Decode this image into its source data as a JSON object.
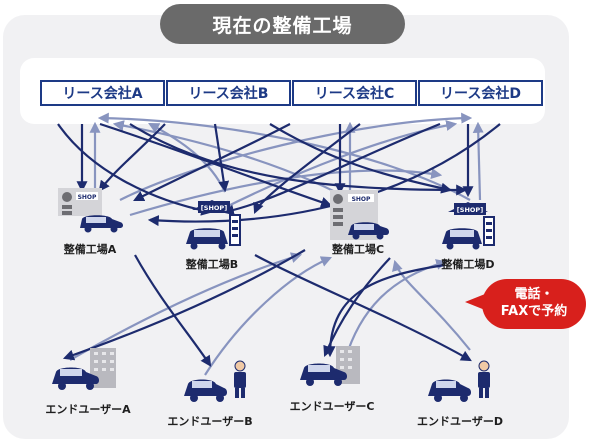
{
  "title": "現在の整備工場",
  "lease_companies": [
    "リース会社A",
    "リース会社B",
    "リース会社C",
    "リース会社D"
  ],
  "shops": [
    {
      "label": "整備工場A",
      "sign": "SHOP"
    },
    {
      "label": "整備工場B",
      "sign": "SHOP"
    },
    {
      "label": "整備工場C",
      "sign": "SHOP"
    },
    {
      "label": "整備工場D",
      "sign": "SHOP"
    }
  ],
  "end_users": [
    "エンドユーザーA",
    "エンドユーザーB",
    "エンドユーザーC",
    "エンドユーザーD"
  ],
  "callout": {
    "line1": "電話・",
    "line2": "FAXで予約"
  },
  "colors": {
    "dark_arrow": "#1d2b6e",
    "light_arrow": "#8894bf",
    "callout": "#d8201c",
    "title_bg": "#6a6a6a"
  }
}
